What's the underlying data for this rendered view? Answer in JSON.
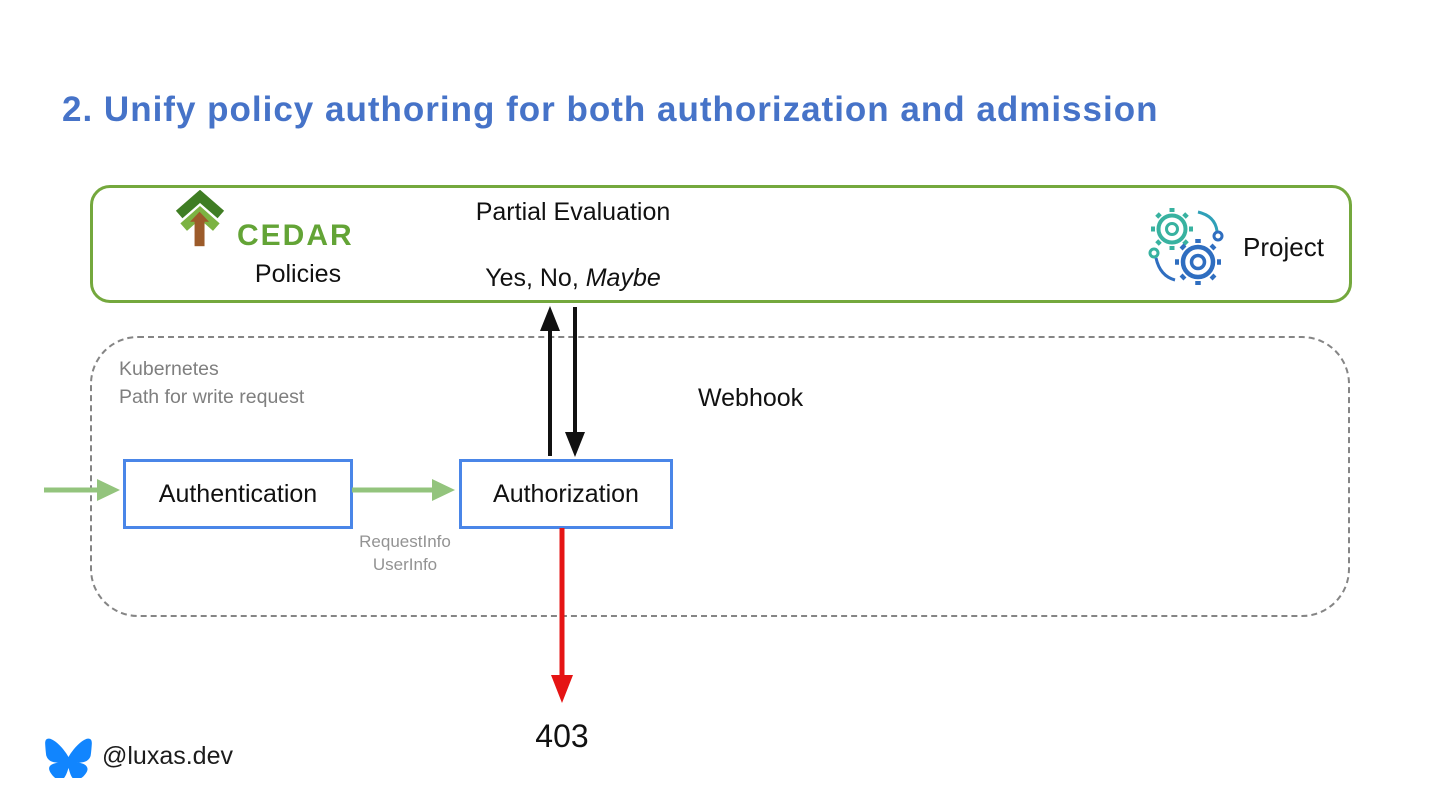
{
  "title": "2. Unify policy authoring for both authorization and admission",
  "cedar_panel": {
    "logo_text": "CEDAR",
    "label": "Policies",
    "center_title": "Partial Evaluation",
    "verdict_prefix": "Yes, No, ",
    "verdict_italic": "Maybe",
    "project_label": "Project"
  },
  "k8s_panel": {
    "name_line1": "Kubernetes",
    "name_line2": "Path for write request",
    "webhook_label": "Webhook",
    "authentication_label": "Authentication",
    "authorization_label": "Authorization",
    "note_line1": "RequestInfo",
    "note_line2": "UserInfo"
  },
  "deny_code": "403",
  "footer": {
    "handle": "@luxas.dev"
  },
  "icons": {
    "cedar_logo": "cedar-tree-logo",
    "gears": "project-gears",
    "bluesky": "bluesky-butterfly"
  },
  "colors": {
    "title_blue": "#4673C8",
    "cedar_green_border": "#74A83D",
    "cedar_wordmark_green": "#63A436",
    "flow_box_blue": "#4A86E8",
    "green_arrow": "#93C47D",
    "black_arrow": "#111111",
    "red_arrow": "#E51414",
    "gray_text": "#7F7F7F",
    "bluesky_blue": "#1185FE",
    "gear_teal": "#38B2A0",
    "gear_blue": "#2F6EC0"
  }
}
